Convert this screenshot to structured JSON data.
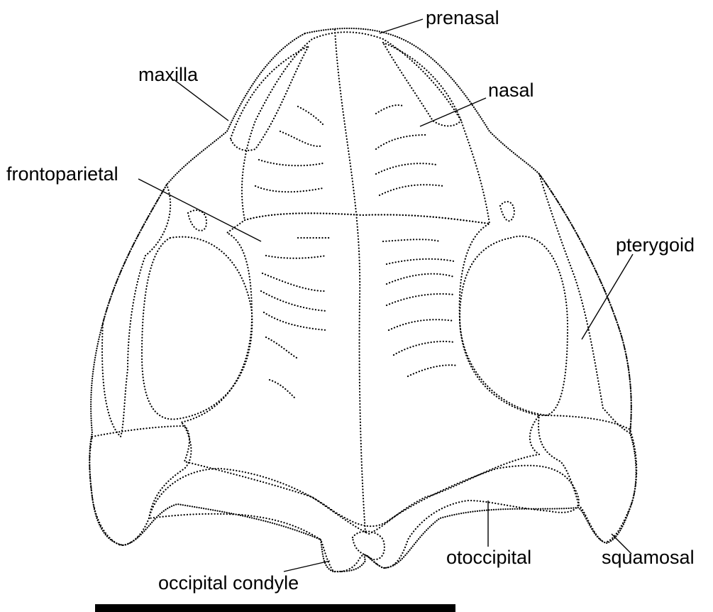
{
  "figure": {
    "labels": {
      "prenasal": "prenasal",
      "maxilla": "maxilla",
      "nasal": "nasal",
      "frontoparietal": "frontoparietal",
      "pterygoid": "pterygoid",
      "otoccipital": "otoccipital",
      "squamosal": "squamosal",
      "occipital_condyle": "occipital condyle"
    },
    "colors": {
      "ink": "#000000",
      "background": "#ffffff"
    }
  }
}
